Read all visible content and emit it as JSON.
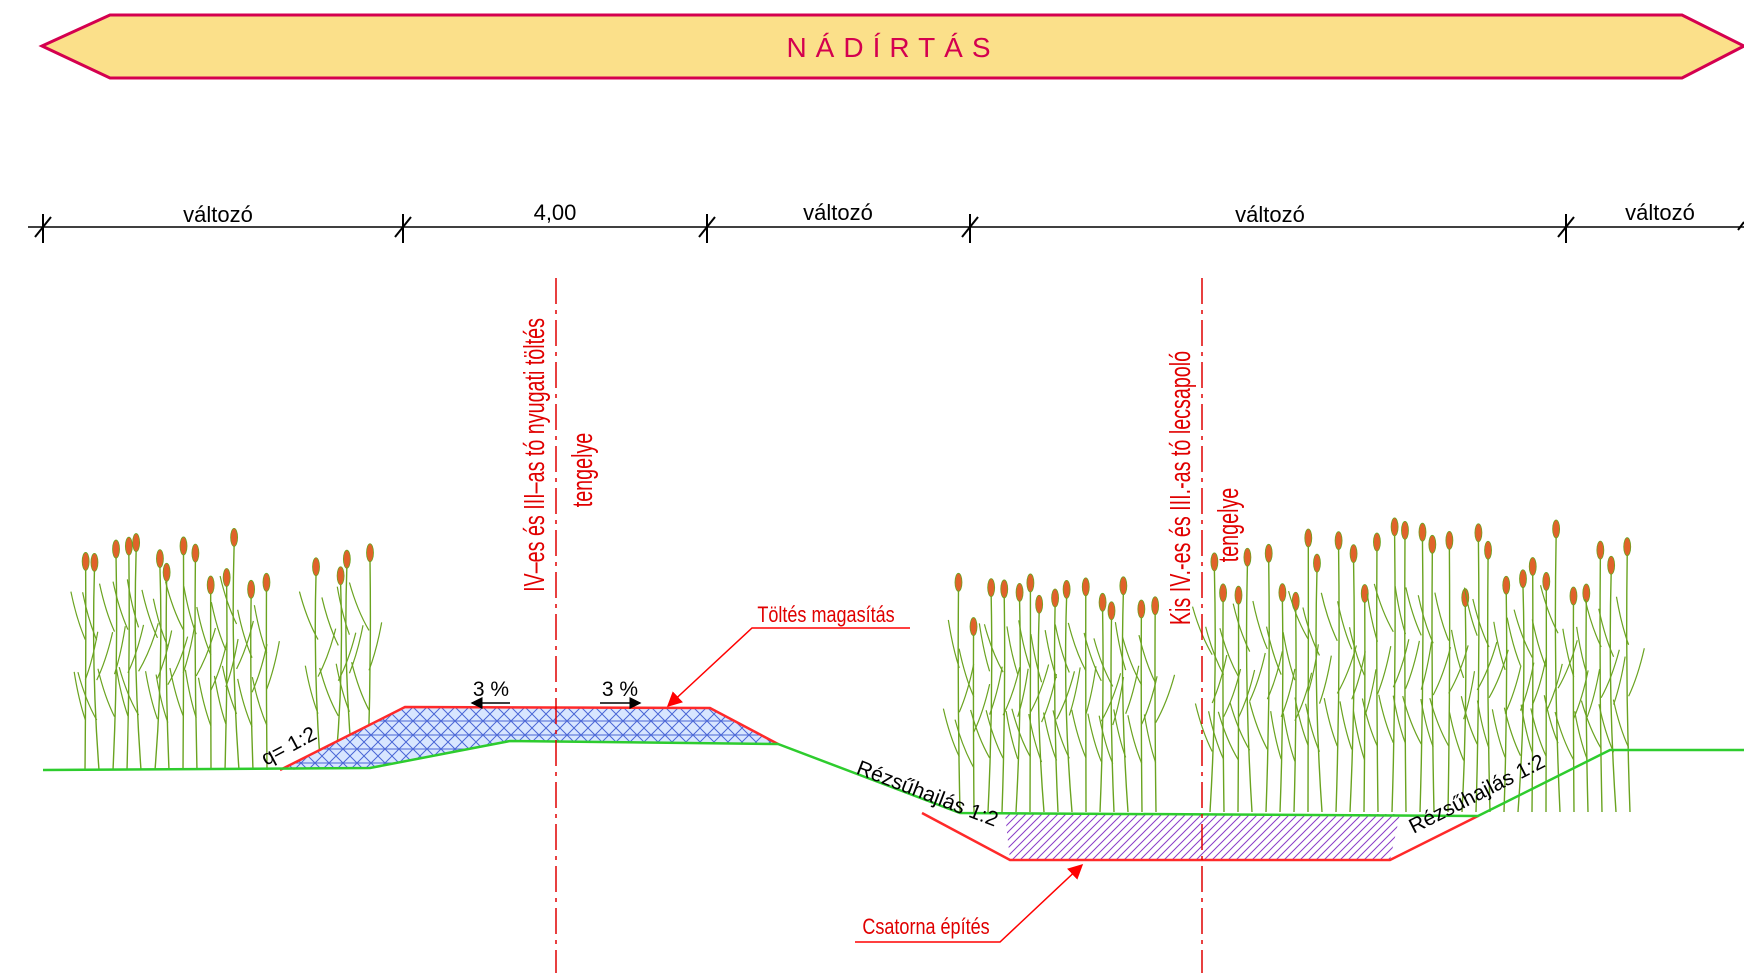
{
  "banner": {
    "title": "NÁDÍRTÁS"
  },
  "dimensions": [
    "változó",
    "4,00",
    "változó",
    "változó",
    "változó"
  ],
  "axes": {
    "left": {
      "line1": "IV–es és III–as tó nyugati töltés",
      "line2": "tengelye"
    },
    "right": {
      "line1": "Kis IV.-es és III.-as tó lecsapoló",
      "line2": "tengelye"
    }
  },
  "labels": {
    "embankment_raise": "Töltés magasítás",
    "canal_build": "Csatorna építés",
    "slope_left": "q= 1:2",
    "slope_right_1": "Rézsűhajlás 1:2",
    "slope_right_2": "Rézsűhajlás 1:2",
    "grade_left": "3 %",
    "grade_right": "3 %"
  },
  "colors": {
    "banner_fill": "#fbe08a",
    "banner_stroke": "#d4004f",
    "axis": "#e00000",
    "ground": "#2ecc2e",
    "fill_outline": "#ff2a2a",
    "embankment_hatch": "#4a66d6",
    "canal_hatch": "#8a3cc8",
    "reed_stem": "#6aa320",
    "reed_flower": "#e0622a"
  }
}
